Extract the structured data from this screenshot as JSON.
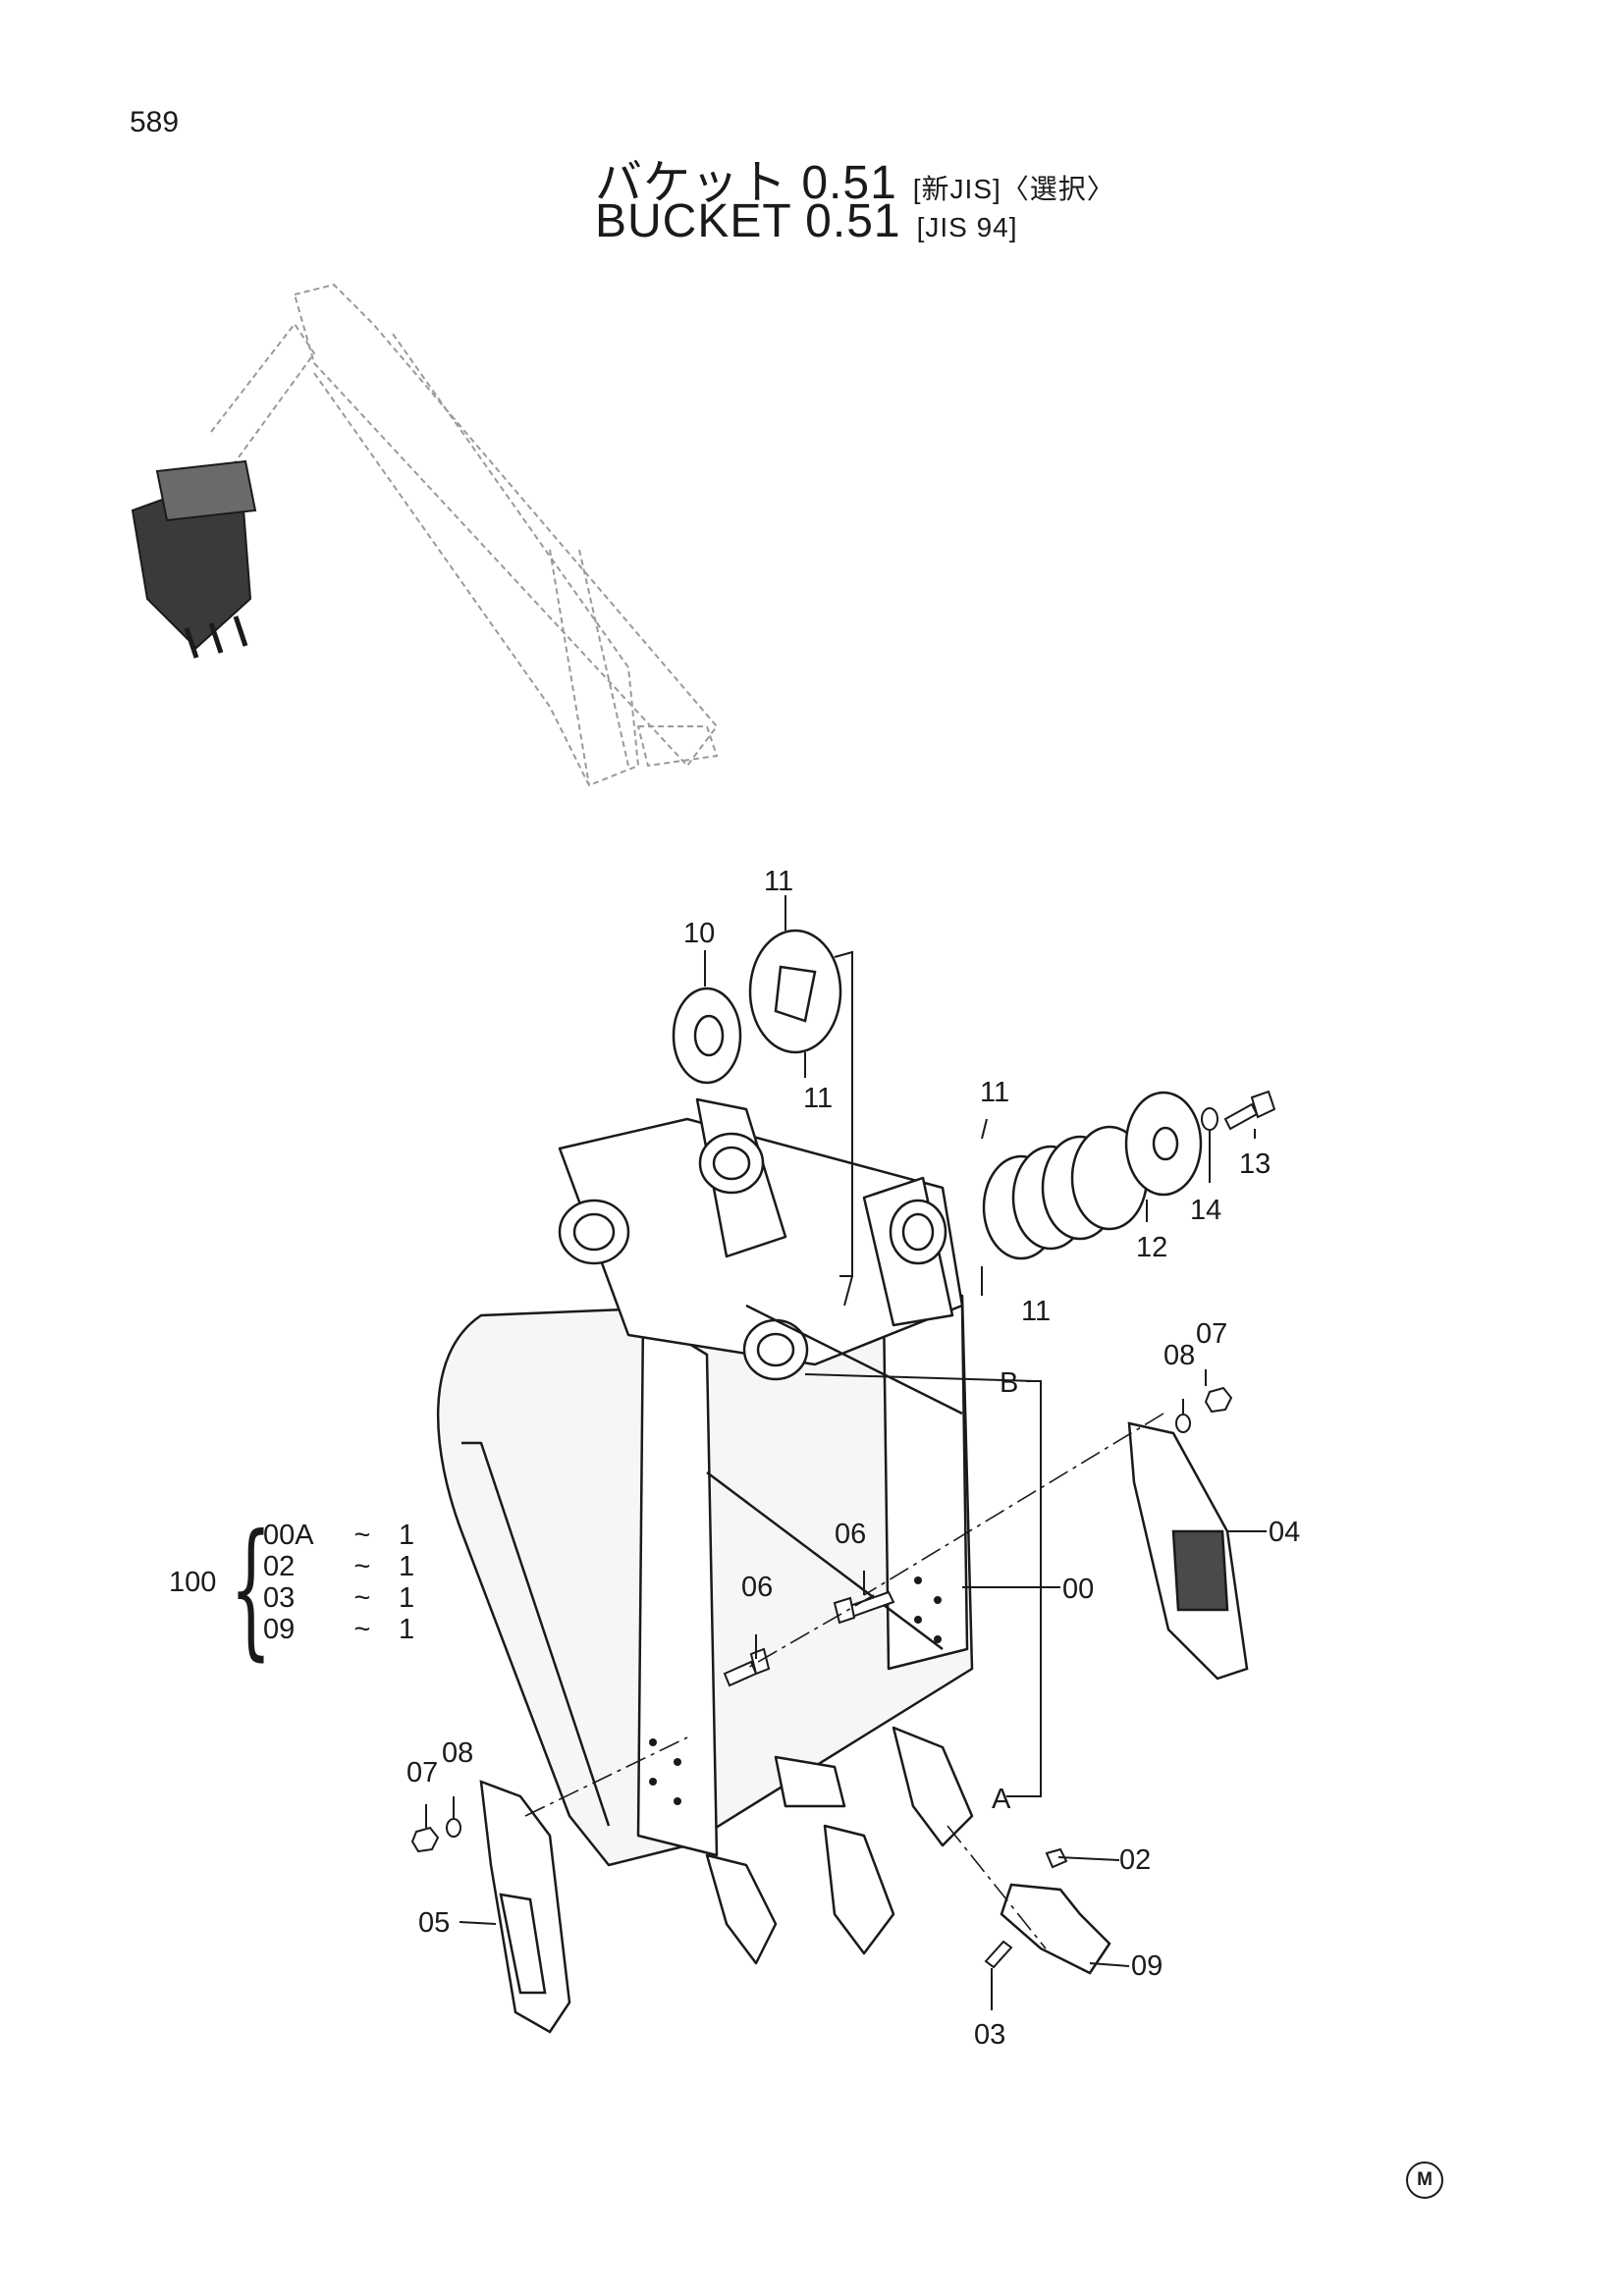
{
  "page_number": "589",
  "title": {
    "jp_main": "バケット 0.51",
    "jp_spec": "[新JIS]〈選択〉",
    "en_main": "BUCKET 0.51",
    "en_spec": "[JIS 94]"
  },
  "callouts": {
    "c10": "10",
    "c11_top": "11",
    "c11_mid": "11",
    "c11_right_top": "11",
    "c11_right_bot": "11",
    "c12": "12",
    "c13": "13",
    "c14": "14",
    "c07_right": "07",
    "c08_right": "08",
    "c04": "04",
    "c06_a": "06",
    "c06_b": "06",
    "c00": "00",
    "cB": "B",
    "cA": "A",
    "c07_left": "07",
    "c08_left": "08",
    "c05": "05",
    "c02": "02",
    "c09": "09",
    "c03": "03"
  },
  "assembly": {
    "total": "100",
    "rows": [
      {
        "code": "00A",
        "sep": "~",
        "qty": "1"
      },
      {
        "code": "02",
        "sep": "~",
        "qty": "1"
      },
      {
        "code": "03",
        "sep": "~",
        "qty": "1"
      },
      {
        "code": "09",
        "sep": "~",
        "qty": "1"
      }
    ]
  },
  "maker_mark": "M"
}
